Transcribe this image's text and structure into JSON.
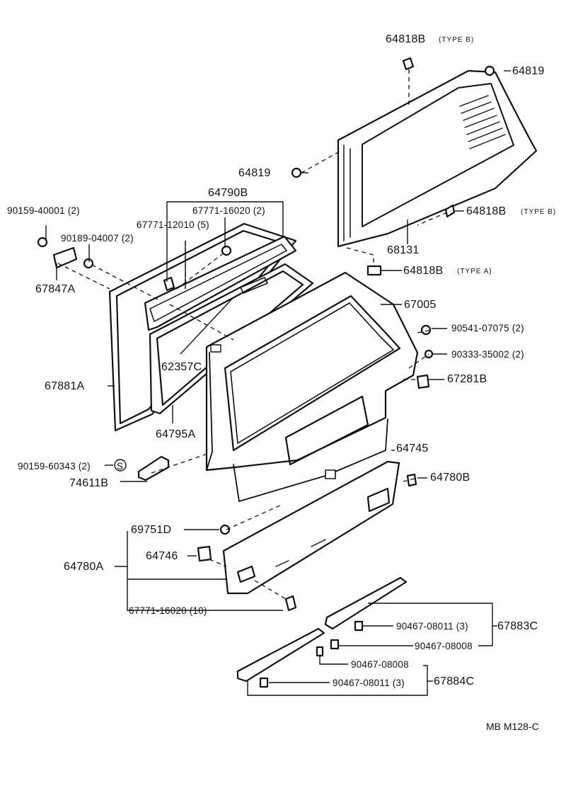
{
  "diagram": {
    "labels": {
      "p64818B_top": "64818B",
      "type_b_top": "(TYPE B)",
      "p64819_right": "64819",
      "p64819_left": "64819",
      "p64818B_mid": "64818B",
      "type_b_mid": "(TYPE B)",
      "p68131": "68131",
      "p64818B_low": "64818B",
      "type_a": "(TYPE A)",
      "p64790B": "64790B",
      "p90159_40001": "90159-40001 (2)",
      "p67771_16020_2": "67771-16020 (2)",
      "p67771_12010": "67771-12010 (5)",
      "p90189": "90189-04007 (2)",
      "p67847A": "67847A",
      "p67005": "67005",
      "p90541": "90541-07075 (2)",
      "p90333": "90333-35002 (2)",
      "p67281B": "67281B",
      "p62357C": "62357C",
      "p67881A": "67881A",
      "p64795A": "64795A",
      "p64745": "64745",
      "p90159_60343": "90159-60343 (2)",
      "s_mark": "S",
      "p74611B": "74611B",
      "p64780B": "64780B",
      "p69751D": "69751D",
      "p64746": "64746",
      "p64780A": "64780A",
      "p67771_16020_10": "67771-16020 (10)",
      "p90467_08011_a": "90467-08011 (3)",
      "p67883C": "67883C",
      "p90467_08008_a": "90467-08008",
      "p90467_08008_b": "90467-08008",
      "p90467_08011_b": "90467-08011 (3)",
      "p67884C": "67884C"
    },
    "footer": "MB  M128-C"
  }
}
